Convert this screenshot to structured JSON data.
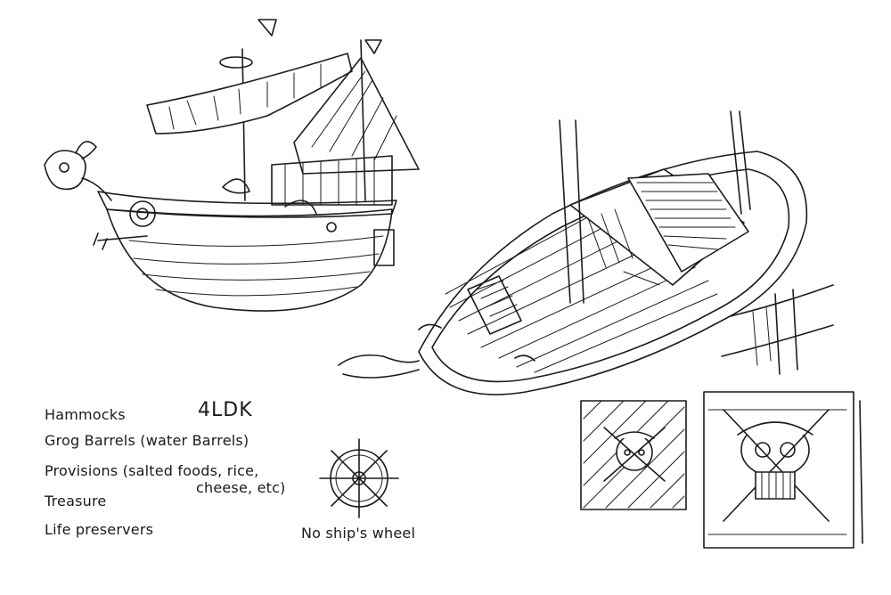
{
  "notes": {
    "hammocks": "Hammocks",
    "dk": "4LDK",
    "grog": "Grog Barrels (water Barrels)",
    "provisions_1": "Provisions (salted foods, rice,",
    "provisions_2": "cheese, etc)",
    "treasure": "Treasure",
    "life": "Life preservers",
    "wheel_note": "No ship's wheel"
  },
  "palette": {
    "ink": "#1c1c1c",
    "paper": "#ffffff"
  }
}
